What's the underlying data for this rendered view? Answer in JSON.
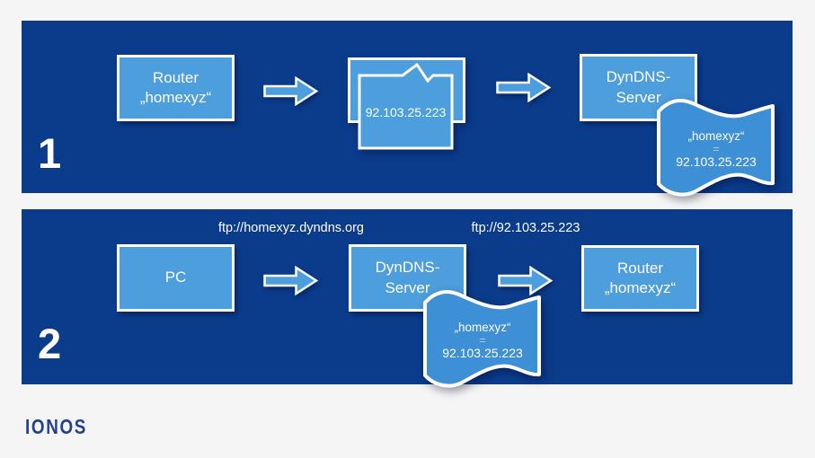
{
  "colors": {
    "background": "#f5f5f6",
    "panel_blue": "#0b3c8c",
    "box_blue": "#4d9edd",
    "banner_blue": "#3d90d5",
    "text_white": "#ffffff",
    "logo_navy": "#24418e"
  },
  "step1": {
    "number": "1",
    "router_box": {
      "line1": "Router",
      "line2": "„homexyz“"
    },
    "ip_message": "92.103.25.223",
    "dyndns_box": {
      "line1": "DynDNS-",
      "line2": "Server"
    },
    "banner": {
      "hostname": "„homexyz“",
      "equals": "=",
      "ip": "92.103.25.223"
    }
  },
  "step2": {
    "number": "2",
    "request_url": "ftp://homexyz.dyndns.org",
    "pc_box": {
      "line1": "PC"
    },
    "dyndns_box": {
      "line1": "DynDNS-",
      "line2": "Server"
    },
    "resolved_url": "ftp://92.103.25.223",
    "router_box": {
      "line1": "Router",
      "line2": "„homexyz“"
    },
    "banner": {
      "hostname": "„homexyz“",
      "equals": "=",
      "ip": "92.103.25.223"
    }
  },
  "footer": {
    "logo_text": "IONOS"
  }
}
